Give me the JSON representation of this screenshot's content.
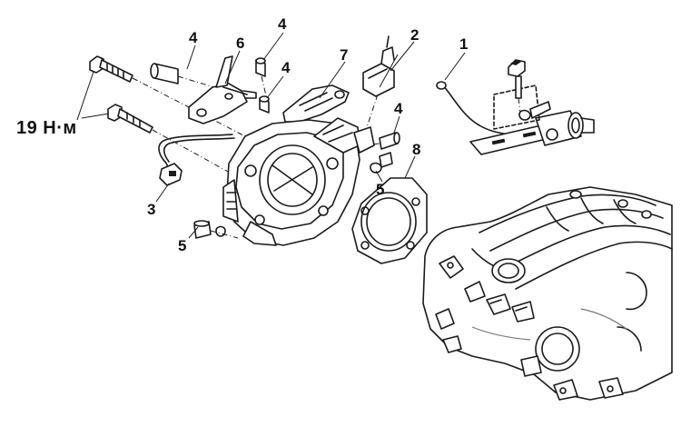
{
  "torque_label": "19 Н·м",
  "callouts": {
    "c1": "1",
    "c2": "2",
    "c3": "3",
    "c4a": "4",
    "c4b": "4",
    "c4c": "4",
    "c4d": "4",
    "c5a": "5",
    "c5b": "5",
    "c6": "6",
    "c7": "7",
    "c8": "8"
  }
}
